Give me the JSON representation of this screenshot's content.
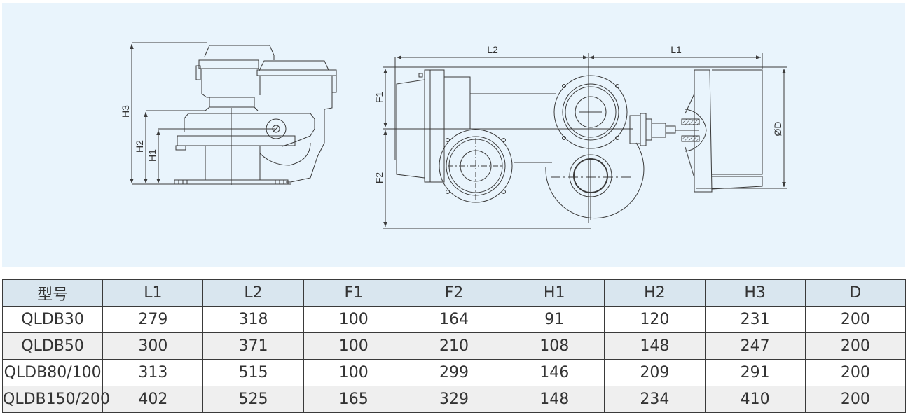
{
  "drawing": {
    "side_view_labels": [
      "H3",
      "H2",
      "H1"
    ],
    "top_view_labels": {
      "L1": "L1",
      "L2": "L2",
      "F1": "F1",
      "F2": "F2",
      "D": "ØD"
    },
    "colors": {
      "background": "#e9f4fc",
      "line": "#3a3a3a"
    }
  },
  "table": {
    "headers": [
      "型号",
      "L1",
      "L2",
      "F1",
      "F2",
      "H1",
      "H2",
      "H3",
      "D"
    ],
    "rows": [
      [
        "QLDB30",
        "279",
        "318",
        "100",
        "164",
        "91",
        "120",
        "231",
        "200"
      ],
      [
        "QLDB50",
        "300",
        "371",
        "100",
        "210",
        "108",
        "148",
        "247",
        "200"
      ],
      [
        "QLDB80/100",
        "313",
        "515",
        "100",
        "299",
        "146",
        "209",
        "291",
        "200"
      ],
      [
        "QLDB150/200",
        "402",
        "525",
        "165",
        "329",
        "148",
        "234",
        "410",
        "200"
      ]
    ],
    "colors": {
      "header_bg": "#d9e6ef",
      "row_alt_bg": "#efefef",
      "border": "#3a3a3a"
    }
  }
}
